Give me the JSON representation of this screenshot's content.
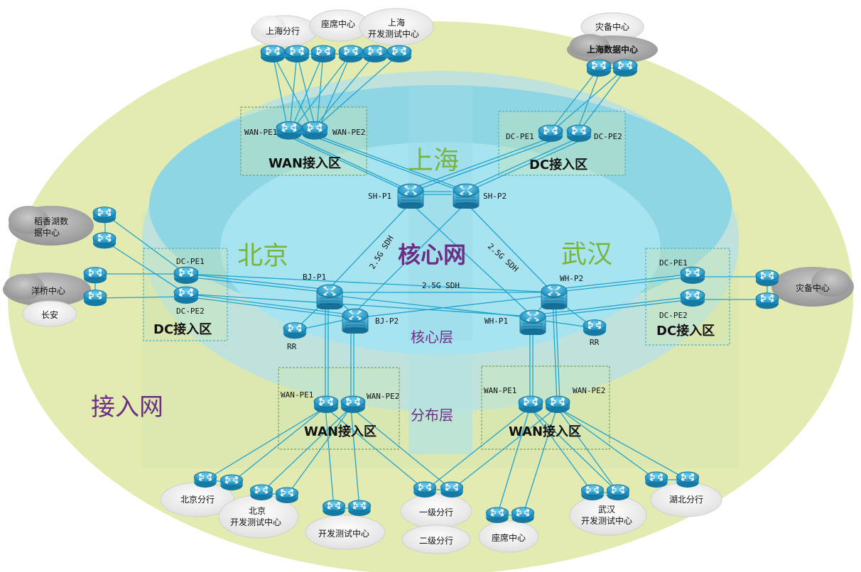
{
  "layers": {
    "access": "接入网",
    "core_network": "核心网",
    "core_layer": "核心层",
    "distribution_layer": "分布层"
  },
  "regions": {
    "shanghai": "上海",
    "beijing": "北京",
    "wuhan": "武汉"
  },
  "zones": {
    "sh_wan": "WAN接入区",
    "sh_dc": "DC接入区",
    "bj_dc": "DC接入区",
    "wh_dc": "DC接入区",
    "bj_wan": "WAN接入区",
    "wh_wan": "WAN接入区"
  },
  "links": {
    "sdh_left": "2.5G SDH",
    "sdh_right": "2.5G SDH",
    "sdh_center": "2.5G SDH"
  },
  "devices": {
    "sh_wan_pe1": "WAN-PE1",
    "sh_wan_pe2": "WAN-PE2",
    "sh_dc_pe1": "DC-PE1",
    "sh_dc_pe2": "DC-PE2",
    "sh_p1": "SH-P1",
    "sh_p2": "SH-P2",
    "bj_p1": "BJ-P1",
    "bj_p2": "BJ-P2",
    "wh_p1": "WH-P1",
    "wh_p2": "WH-P2",
    "bj_rr": "RR",
    "wh_rr": "RR",
    "bj_dc_pe1": "DC-PE1",
    "bj_dc_pe2": "DC-PE2",
    "wh_dc_pe1": "DC-PE1",
    "wh_dc_pe2": "DC-PE2",
    "bj_wan_pe1": "WAN-PE1",
    "bj_wan_pe2": "WAN-PE2",
    "wh_wan_pe1": "WAN-PE1",
    "wh_wan_pe2": "WAN-PE2"
  },
  "sites": {
    "sh_branch": "上海分行",
    "sh_seat": "座席中心",
    "sh_dev_1": "上海",
    "sh_dev_2": "开发测试中心",
    "dr_center_top": "灾备中心",
    "sh_datacenter": "上海数据中心",
    "daoxianghu_1": "稻香湖数",
    "daoxianghu_2": "据中心",
    "yangqiao": "洋桥中心",
    "changan": "长安",
    "dr_center_right": "灾备中心",
    "bj_branch": "北京分行",
    "bj_dev_1": "北京",
    "bj_dev_2": "开发测试中心",
    "dev_center": "开发测试中心",
    "lvl1_branch": "一级分行",
    "lvl2_branch": "二级分行",
    "seat_center": "座席中心",
    "wh_dev_1": "武汉",
    "wh_dev_2": "开发测试中心",
    "hubei_branch": "湖北分行"
  },
  "colors": {
    "access_ring": "#e3ebb0",
    "distribution_ring": "#bfe3dc",
    "core_ring": "#8fd6e4",
    "core_center": "#a7e4ef",
    "link": "#1fa3cf",
    "device": "#2aa7d4",
    "cloud": "#f2f2f2",
    "cloud_dark": "#a7a7a7",
    "zone_border": "#7f9f5f",
    "region_text": "#79b53c",
    "layer_text": "#6d2f86"
  }
}
